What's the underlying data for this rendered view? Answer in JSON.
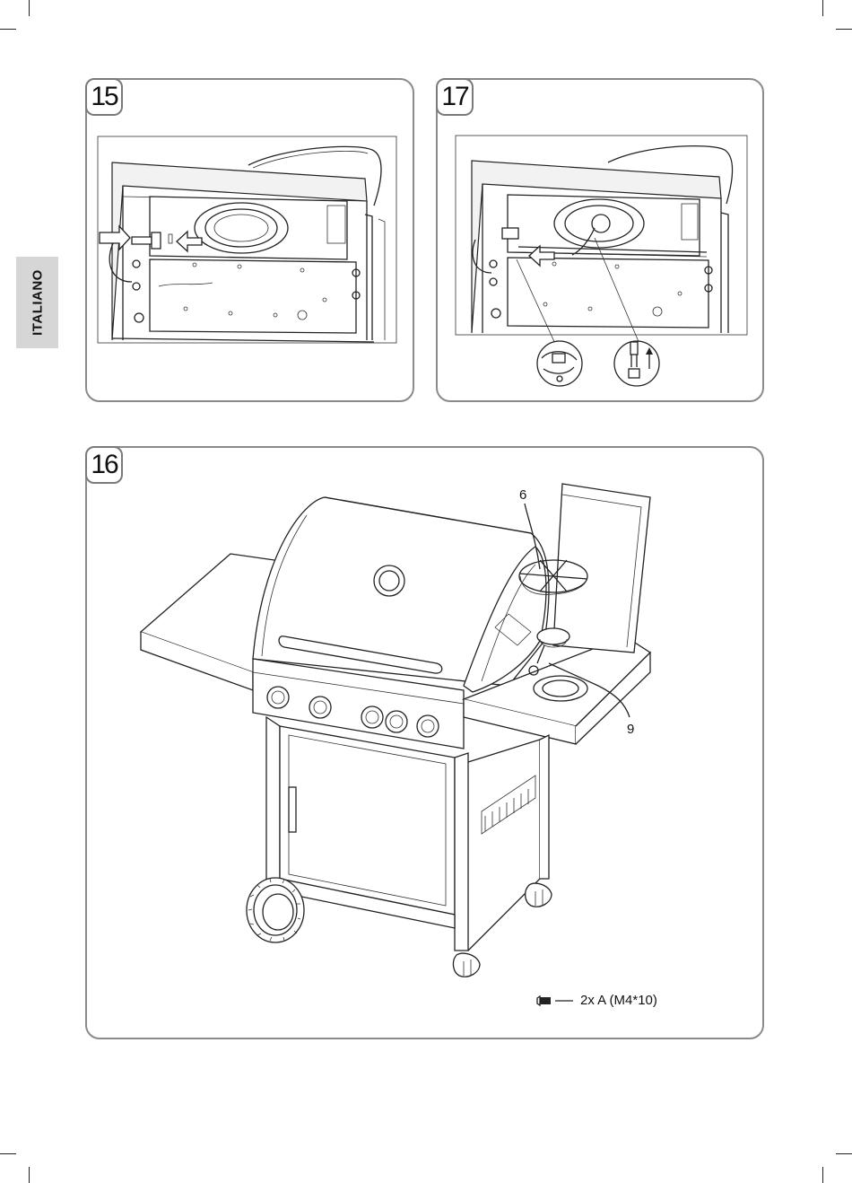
{
  "side_tab": {
    "label": "ITALIANO"
  },
  "steps": [
    {
      "number": "15"
    },
    {
      "number": "17"
    },
    {
      "number": "16"
    }
  ],
  "callouts": {
    "part_6": "6",
    "part_9": "9"
  },
  "hardware_note": {
    "text": "2x A (M4*10)",
    "icon": "screw-icon"
  }
}
